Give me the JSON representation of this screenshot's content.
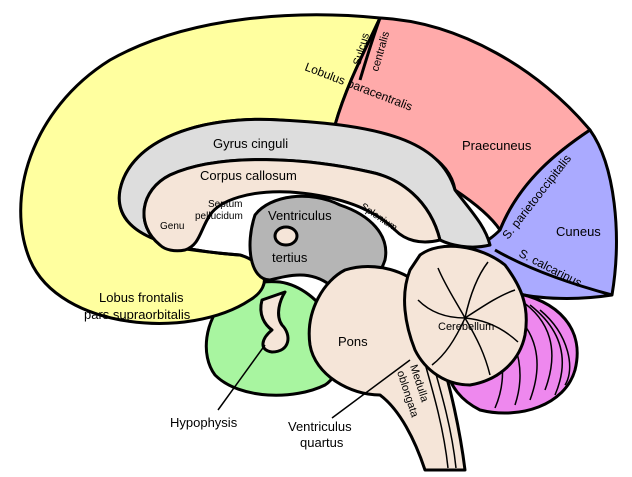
{
  "labels": {
    "sulcus": "Sulcus",
    "centralis": "centralis",
    "lobulus_paracentralis": "Lobulus paracentralis",
    "gyrus_cinguli": "Gyrus cinguli",
    "praecuneus": "Praecuneus",
    "corpus_callosum": "Corpus callosum",
    "septum": "Septum",
    "pellucidum": "pellucidum",
    "genu": "Genu",
    "ventriculus": "Ventriculus",
    "tertius": "tertius",
    "splenium": "Splenium",
    "s_parietooccipitalis": "S. parietooccipitalis",
    "cuneus": "Cuneus",
    "s_calcarinus": "S. calcarinus",
    "lobus_frontalis": "Lobus frontalis",
    "pars_supraorbitalis": "pars supraorbitalis",
    "pons": "Pons",
    "cerebellum": "Cerebellum",
    "hypophysis": "Hypophysis",
    "ventriculus_quartus_1": "Ventriculus",
    "ventriculus_quartus_2": "quartus",
    "medulla": "Medulla",
    "oblongata": "oblongata"
  },
  "colors": {
    "frontal": "#ffff9f",
    "parietal": "#ffaaaa",
    "occipital": "#aaaaff",
    "cingulate": "#dddddd",
    "callosum": "#f5e5d8",
    "ventricle": "#b5b5b5",
    "temporal": "#a8f5a0",
    "cerebellum": "#f5e5d8",
    "cerebellum_cortex": "#ee88ee",
    "brainstem": "#f5e5d8"
  }
}
